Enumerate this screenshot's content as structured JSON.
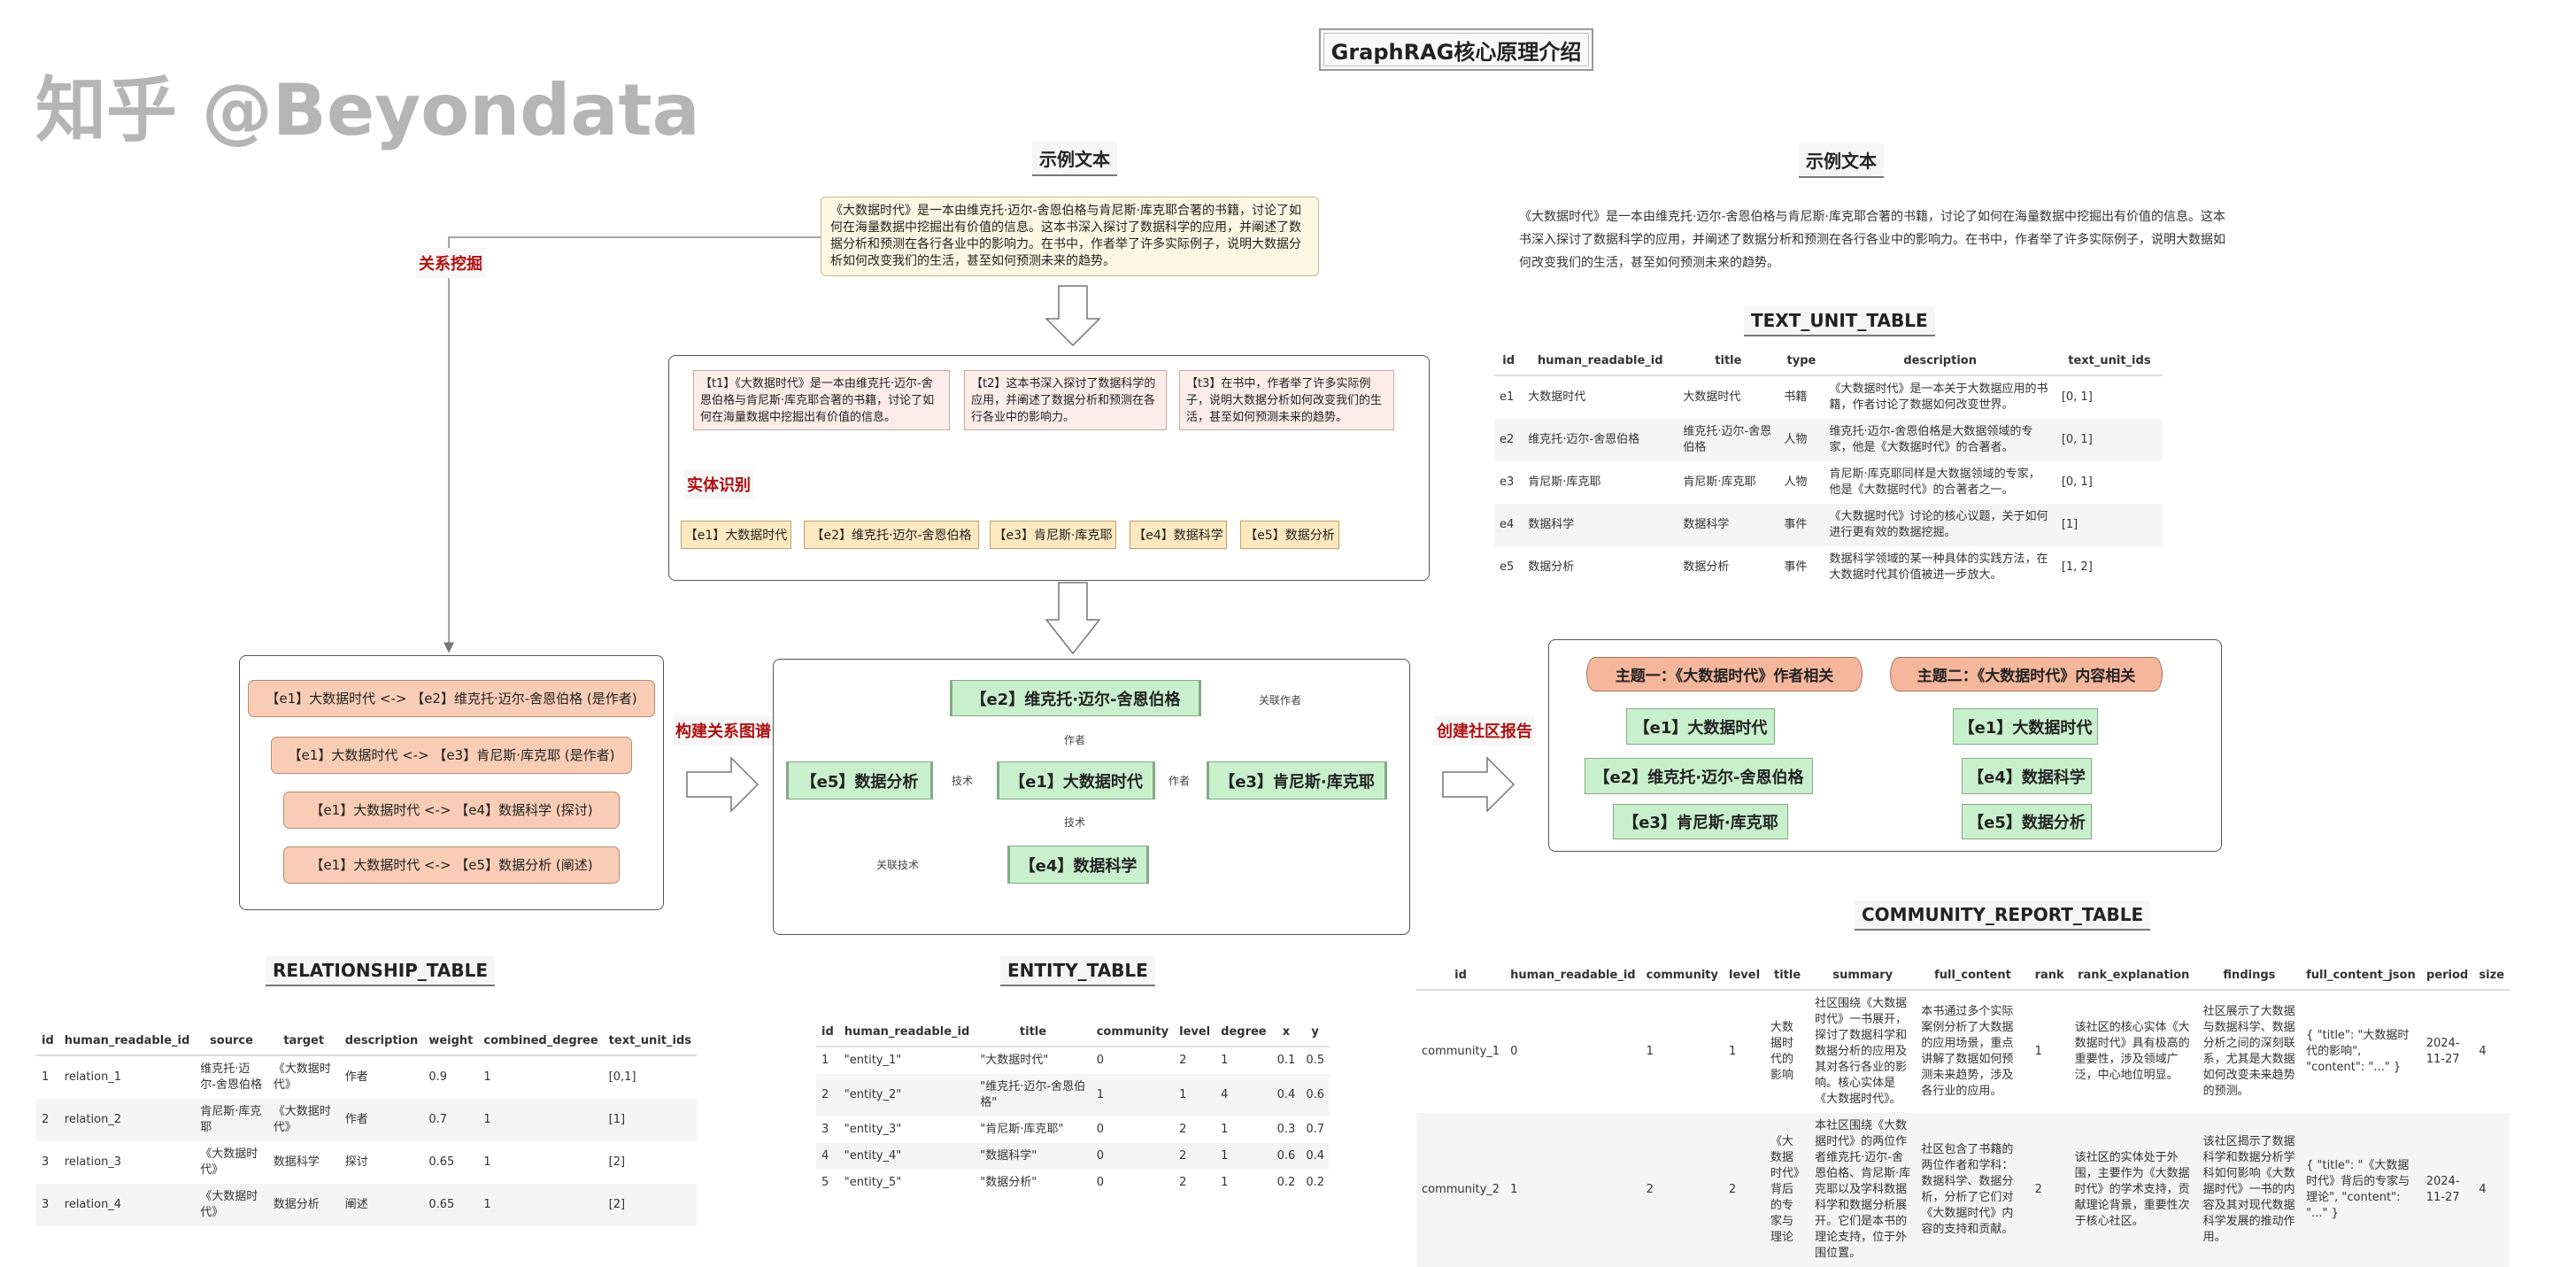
{
  "title": "GraphRAG核心原理介绍",
  "left_flow": {
    "sample_title": "示例文本",
    "sample_text": "《大数据时代》是一本由维克托·迈尔-舍恩伯格与肯尼斯·库克耶合著的书籍，讨论了如何在海量数据中挖掘出有价值的信息。这本书深入探讨了数据科学的应用，并阐述了数据分析和预测在各行各业中的影响力。在书中，作者举了许多实际例子，说明大数据分析如何改变我们的生活，甚至如何预测未来的趋势。",
    "text_units": [
      "【t1】《大数据时代》是一本由维克托·迈尔-舍恩伯格与肯尼斯·库克耶合著的书籍，讨论了如何在海量数据中挖掘出有价值的信息。",
      "【t2】这本书深入探讨了数据科学的应用，并阐述了数据分析和预测在各行各业中的影响力。",
      "【t3】在书中，作者举了许多实际例子，说明大数据分析如何改变我们的生活，甚至如何预测未来的趋势。"
    ],
    "entity_label": "实体识别",
    "entities": [
      "【e1】大数据时代",
      "【e2】维克托·迈尔-舍恩伯格",
      "【e3】肯尼斯·库克耶",
      "【e4】数据科学",
      "【e5】数据分析"
    ],
    "relation_label": "关系挖掘",
    "relations": [
      "【e1】大数据时代 <-> 【e2】维克托·迈尔-舍恩伯格 (是作者)",
      "【e1】大数据时代 <-> 【e3】肯尼斯·库克耶 (是作者)",
      "【e1】大数据时代 <-> 【e4】数据科学 (探讨)",
      "【e1】大数据时代 <-> 【e5】数据分析 (阐述)"
    ],
    "graph_label": "构建关系图谱",
    "graph_nodes": {
      "e1": "【e1】大数据时代",
      "e2": "【e2】维克托·迈尔-舍恩伯格",
      "e3": "【e3】肯尼斯·库克耶",
      "e4": "【e4】数据科学",
      "e5": "【e5】数据分析"
    },
    "graph_edges": {
      "e2_e3": "关联作者",
      "e2_e1": "作者",
      "e5_e1": "技术",
      "e1_e3": "作者",
      "e1_e4": "技术",
      "e5_e4": "关联技术"
    },
    "community_label": "创建社区报告",
    "communities": [
      {
        "topic": "主题一：《大数据时代》作者相关",
        "members": [
          "【e1】大数据时代",
          "【e2】维克托·迈尔-舍恩伯格",
          "【e3】肯尼斯·库克耶"
        ]
      },
      {
        "topic": "主题二：《大数据时代》内容相关",
        "members": [
          "【e1】大数据时代",
          "【e4】数据科学",
          "【e5】数据分析"
        ]
      }
    ]
  },
  "right_text": {
    "sample_title": "示例文本",
    "sample_text": "《大数据时代》是一本由维克托·迈尔-舍恩伯格与肯尼斯·库克耶合著的书籍，讨论了如何在海量数据中挖掘出有价值的信息。这本书深入探讨了数据科学的应用，并阐述了数据分析和预测在各行各业中的影响力。在书中，作者举了许多实际例子，说明大数据如何改变我们的生活，甚至如何预测未来的趋势。"
  },
  "tables": {
    "text_unit": {
      "title": "TEXT_UNIT_TABLE",
      "columns": [
        "id",
        "human_readable_id",
        "title",
        "type",
        "description",
        "text_unit_ids"
      ],
      "rows": [
        [
          "e1",
          "大数据时代",
          "大数据时代",
          "书籍",
          "《大数据时代》是一本关于大数据应用的书籍，作者讨论了数据如何改变世界。",
          "[0, 1]"
        ],
        [
          "e2",
          "维克托·迈尔-舍恩伯格",
          "维克托·迈尔-舍恩伯格",
          "人物",
          "维克托·迈尔-舍恩伯格是大数据领域的专家，他是《大数据时代》的合著者。",
          "[0, 1]"
        ],
        [
          "e3",
          "肯尼斯·库克耶",
          "肯尼斯·库克耶",
          "人物",
          "肯尼斯·库克耶同样是大数据领域的专家，他是《大数据时代》的合著者之一。",
          "[0, 1]"
        ],
        [
          "e4",
          "数据科学",
          "数据科学",
          "事件",
          "《大数据时代》讨论的核心议题，关于如何进行更有效的数据挖掘。",
          "[1]"
        ],
        [
          "e5",
          "数据分析",
          "数据分析",
          "事件",
          "数据科学领域的某一种具体的实践方法，在大数据时代其价值被进一步放大。",
          "[1, 2]"
        ]
      ]
    },
    "relationship": {
      "title": "RELATIONSHIP_TABLE",
      "columns": [
        "id",
        "human_readable_id",
        "source",
        "target",
        "description",
        "weight",
        "combined_degree",
        "text_unit_ids"
      ],
      "rows": [
        [
          "1",
          "relation_1",
          "维克托·迈尔-舍恩伯格",
          "《大数据时代》",
          "作者",
          "0.9",
          "1",
          "[0,1]"
        ],
        [
          "2",
          "relation_2",
          "肯尼斯·库克耶",
          "《大数据时代》",
          "作者",
          "0.7",
          "1",
          "[1]"
        ],
        [
          "3",
          "relation_3",
          "《大数据时代》",
          "数据科学",
          "探讨",
          "0.65",
          "1",
          "[2]"
        ],
        [
          "3",
          "relation_4",
          "《大数据时代》",
          "数据分析",
          "阐述",
          "0.65",
          "1",
          "[2]"
        ]
      ]
    },
    "entity": {
      "title": "ENTITY_TABLE",
      "columns": [
        "id",
        "human_readable_id",
        "title",
        "community",
        "level",
        "degree",
        "x",
        "y"
      ],
      "rows": [
        [
          "1",
          "\"entity_1\"",
          "\"大数据时代\"",
          "0",
          "2",
          "1",
          "0.1",
          "0.5"
        ],
        [
          "2",
          "\"entity_2\"",
          "\"维克托·迈尔-舍恩伯格\"",
          "1",
          "1",
          "4",
          "0.4",
          "0.6"
        ],
        [
          "3",
          "\"entity_3\"",
          "\"肯尼斯·库克耶\"",
          "0",
          "2",
          "1",
          "0.3",
          "0.7"
        ],
        [
          "4",
          "\"entity_4\"",
          "\"数据科学\"",
          "0",
          "2",
          "1",
          "0.6",
          "0.4"
        ],
        [
          "5",
          "\"entity_5\"",
          "\"数据分析\"",
          "0",
          "2",
          "1",
          "0.2",
          "0.2"
        ]
      ]
    },
    "community_report": {
      "title": "COMMUNITY_REPORT_TABLE",
      "columns": [
        "id",
        "human_readable_id",
        "community",
        "level",
        "title",
        "summary",
        "full_content",
        "rank",
        "rank_explanation",
        "findings",
        "full_content_json",
        "period",
        "size"
      ],
      "rows": [
        [
          "community_1",
          "0",
          "1",
          "1",
          "大数据时代的影响",
          "社区围绕《大数据时代》一书展开，探讨了数据科学和数据分析的应用及其对各行各业的影响。核心实体是《大数据时代》。",
          "本书通过多个实际案例分析了大数据的应用场景，重点讲解了数据如何预测未来趋势，涉及各行业的应用。",
          "1",
          "该社区的核心实体《大数据时代》具有极高的重要性，涉及领域广泛，中心地位明显。",
          "社区展示了大数据与数据科学、数据分析之间的深刻联系，尤其是大数据如何改变未来趋势的预测。",
          "{ \"title\": \"大数据时代的影响\", \"content\": \"...\" }",
          "2024-11-27",
          "4"
        ],
        [
          "community_2",
          "1",
          "2",
          "2",
          "《大数据时代》背后的专家与理论",
          "本社区围绕《大数据时代》的两位作者维克托·迈尔-舍恩伯格、肯尼斯·库克耶以及学科数据科学和数据分析展开。它们是本书的理论支持，位于外围位置。",
          "社区包含了书籍的两位作者和学科：数据科学、数据分析，分析了它们对《大数据时代》内容的支持和贡献。",
          "2",
          "该社区的实体处于外围，主要作为《大数据时代》的学术支持，贡献理论背景，重要性次于核心社区。",
          "该社区揭示了数据科学和数据分析学科如何影响《大数据时代》一书的内容及其对现代数据科学发展的推动作用。",
          "{ \"title\": \"《大数据时代》背后的专家与理论\", \"content\": \"...\" }",
          "2024-11-27",
          "4"
        ]
      ]
    }
  },
  "watermark": "知乎 @Beyondata",
  "colors": {
    "accent_red": "#b01010",
    "relation_fill": "#f9cdb5",
    "node_green": "#c9f0cc",
    "entity_yellow": "#fde8bf",
    "text_unit_pink": "#fdece7",
    "sample_yellow": "#fdf8e3",
    "topic_orange": "#f5b79c"
  }
}
